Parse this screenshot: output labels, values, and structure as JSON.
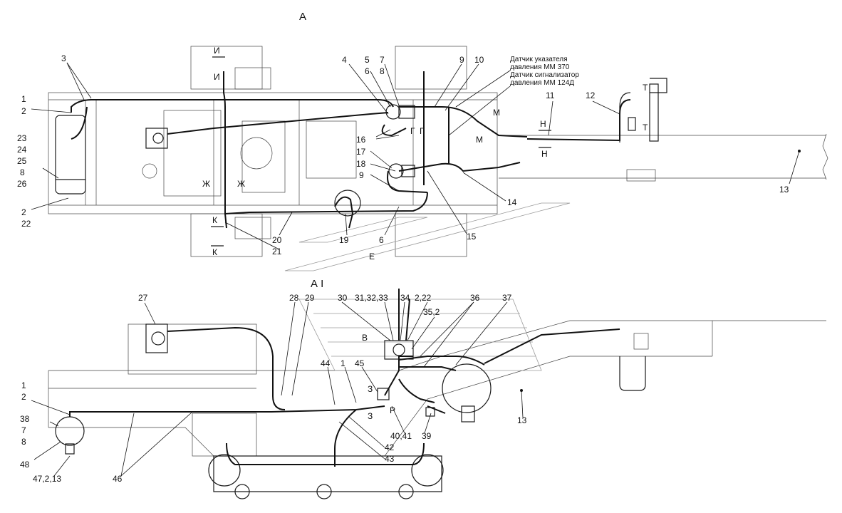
{
  "views": {
    "top_title": "А",
    "side_title": "А I"
  },
  "notes": {
    "sensor1_line1": "Датчик указателя",
    "sensor1_line2": "давления ММ 370",
    "sensor2_line1": "Датчик сигнализатор",
    "sensor2_line2": "давления ММ 124Д"
  },
  "section_marks": {
    "I": "И",
    "I_prime": "И",
    "Zh_left": "Ж",
    "Zh_right": "Ж",
    "K": "К",
    "K_prime": "К",
    "M": "М",
    "M_prime": "М",
    "N": "Н",
    "N_prime": "Н",
    "T": "Т",
    "T_prime": "Т",
    "G": "Г",
    "G_prime": "Г",
    "E": "Е",
    "V": "В",
    "Z": "З",
    "Z_prime": "З",
    "R": "Р"
  },
  "top_view_labels": {
    "l3": "3",
    "l1": "1",
    "l2": "2",
    "l23": "23",
    "l24": "24",
    "l25": "25",
    "l8": "8",
    "l26": "26",
    "l2b": "2",
    "l22": "22",
    "l4": "4",
    "l5": "5",
    "l6": "6",
    "l7": "7",
    "l8b": "8",
    "l9": "9",
    "l10": "10",
    "l11": "11",
    "l12": "12",
    "l13": "13",
    "l14": "14",
    "l15": "15",
    "l16": "16",
    "l17": "17",
    "l18": "18",
    "l9b": "9",
    "l19": "19",
    "l20": "20",
    "l21": "21",
    "l6b": "6"
  },
  "side_view_labels": {
    "l27": "27",
    "l28": "28",
    "l29": "29",
    "l30": "30",
    "l31_33": "31,32,33",
    "l34": "34",
    "l2_22": "2,22",
    "l35_2": "35,2",
    "l36": "36",
    "l37": "37",
    "l44": "44",
    "l1": "1",
    "l45": "45",
    "l2": "2",
    "l38": "38",
    "l7": "7",
    "l8": "8",
    "l48": "48",
    "l47_2_13": "47,2,13",
    "l46": "46",
    "l40_41": "40,41",
    "l39": "39",
    "l42": "42",
    "l43": "43",
    "l13": "13"
  }
}
